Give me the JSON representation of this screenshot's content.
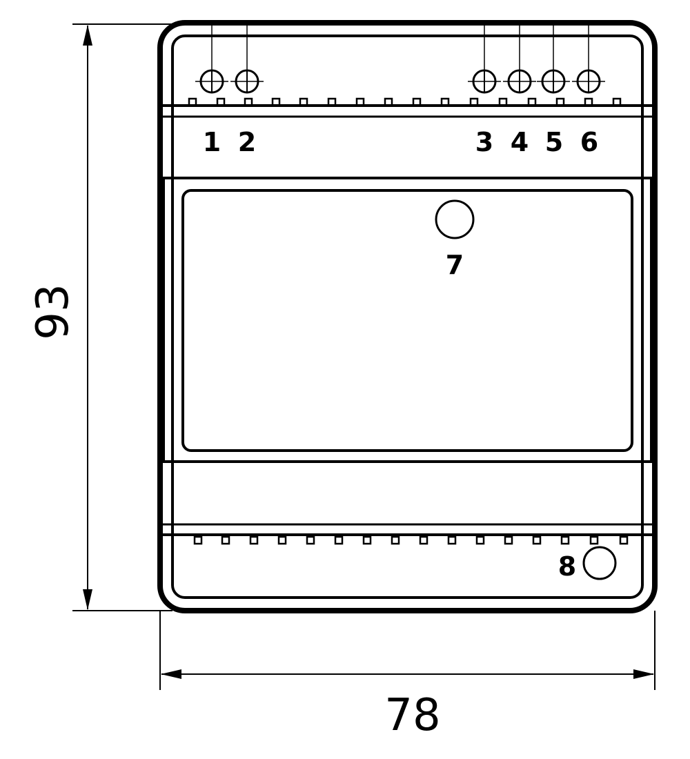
{
  "dimensions": {
    "height_label": "93",
    "width_label": "78"
  },
  "terminals": [
    "1",
    "2",
    "3",
    "4",
    "5",
    "6"
  ],
  "indicators": {
    "led_7": "7",
    "led_8": "8"
  },
  "colors": {
    "line": "#000000",
    "background": "#ffffff"
  }
}
